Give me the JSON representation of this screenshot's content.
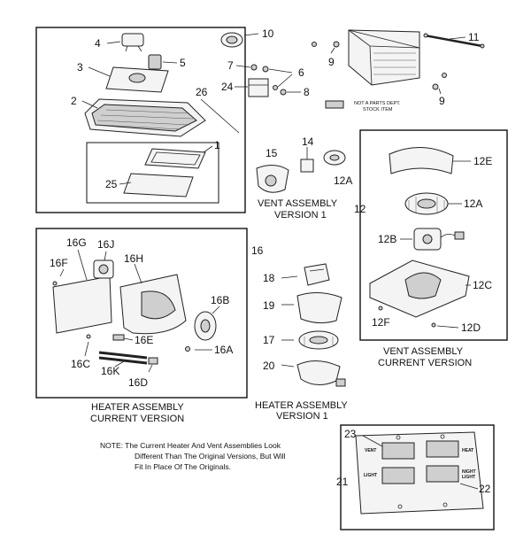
{
  "labels": {
    "p1": "1",
    "p2": "2",
    "p3": "3",
    "p4": "4",
    "p5": "5",
    "p6": "6",
    "p7": "7",
    "p8": "8",
    "p9a": "9",
    "p9b": "9",
    "p10": "10",
    "p11": "11",
    "p12": "12",
    "p12a_top": "12A",
    "p12a": "12A",
    "p12b": "12B",
    "p12c": "12C",
    "p12d": "12D",
    "p12e": "12E",
    "p12f": "12F",
    "p14": "14",
    "p15": "15",
    "p16": "16",
    "p16a": "16A",
    "p16b": "16B",
    "p16c": "16C",
    "p16d": "16D",
    "p16e": "16E",
    "p16f": "16F",
    "p16g": "16G",
    "p16h": "16H",
    "p16j": "16J",
    "p16k": "16K",
    "p17": "17",
    "p18": "18",
    "p19": "19",
    "p20": "20",
    "p21": "21",
    "p22": "22",
    "p23": "23",
    "p24": "24",
    "p25": "25",
    "p26": "26"
  },
  "captions": {
    "not_parts_line1": "NOT A PARTS DEPT.",
    "not_parts_line2": "STOCK ITEM",
    "vent_v1_line1": "VENT ASSEMBLY",
    "vent_v1_line2": "VERSION 1",
    "vent_cur_line1": "VENT ASSEMBLY",
    "vent_cur_line2": "CURRENT VERSION",
    "heater_cur_line1": "HEATER ASSEMBLY",
    "heater_cur_line2": "CURRENT VERSION",
    "heater_v1_line1": "HEATER ASSEMBLY",
    "heater_v1_line2": "VERSION 1"
  },
  "note": {
    "line1": "NOTE: The Current Heater And Vent Assemblies Look",
    "line2": "Different Than The Original Versions, But Will",
    "line3": "Fit In Place Of The Originals."
  },
  "switch_plate": {
    "vent": "VENT",
    "heat": "HEAT",
    "light": "LIGHT",
    "night_line1": "NIGHT",
    "night_line2": "LIGHT"
  }
}
